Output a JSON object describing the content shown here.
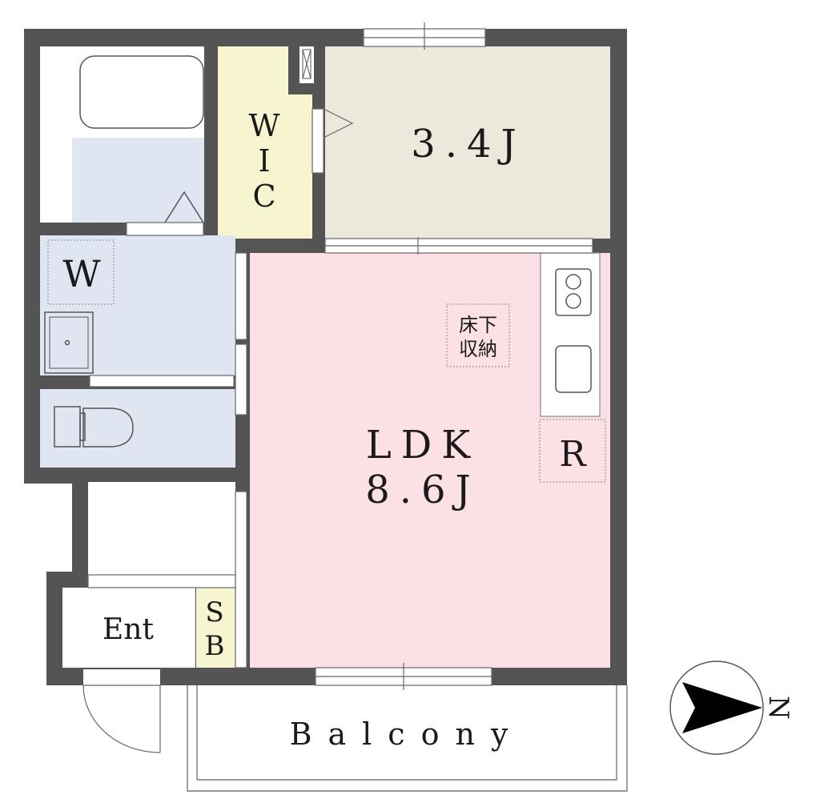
{
  "rooms": {
    "wic": {
      "line1": "W",
      "line2": "I",
      "line3": "C"
    },
    "bedroom": {
      "label": "3.4J"
    },
    "ldk": {
      "line1": "LDK",
      "line2": "8.6J"
    },
    "washroom": {
      "label": "W"
    },
    "underfloor_storage": {
      "line1": "床下",
      "line2": "収納"
    },
    "refrigerator": {
      "label": "R"
    },
    "entrance": {
      "label": "Ent"
    },
    "shoe_box": {
      "line1": "S",
      "line2": "B"
    },
    "balcony": {
      "label": "Balcony"
    }
  },
  "compass": {
    "label": "N"
  },
  "colors": {
    "wall": "#545454",
    "ldk_floor": "#fbe0e5",
    "bedroom_floor": "#ece8dc",
    "wic_floor": "#f6f5cf",
    "wet_area_floor": "#dfe6f2"
  }
}
